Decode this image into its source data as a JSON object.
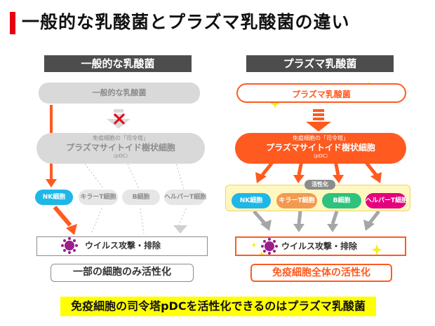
{
  "title": "一般的な乳酸菌とプラズマ乳酸菌の違い",
  "left": {
    "header": "一般的な乳酸菌",
    "top_pill": "一般的な乳酸菌",
    "pdc_sub": "免疫細胞の「司令塔」",
    "pdc_main": "プラズマサイトイド樹状細胞",
    "pdc_abbr": "（pDC）",
    "cells": [
      "NK細胞",
      "キラーT細胞",
      "B細胞",
      "ヘルパーT細胞"
    ],
    "virus_label": "ウイルス攻撃・排除",
    "result": "一部の細胞のみ活性化"
  },
  "right": {
    "header": "プラズマ乳酸菌",
    "top_pill": "プラズマ乳酸菌",
    "pdc_sub": "免疫細胞の「司令塔」",
    "pdc_main": "プラズマサイトイド樹状細胞",
    "pdc_abbr": "（pDC）",
    "activation": "活性化",
    "cells": [
      "NK細胞",
      "キラーT細胞",
      "B細胞",
      "ヘルパーT細胞"
    ],
    "virus_label": "ウイルス攻撃・排除",
    "result": "免疫細胞全体の活性化"
  },
  "footer_note": "免疫細胞の司令塔pDCを活性化できるのはプラズマ乳酸菌",
  "colors": {
    "accent_red": "#e60012",
    "orange": "#ff5a1f",
    "gray": "#d9d9d9",
    "nk_blue": "#1fb7e6",
    "killer_orange": "#f39a50",
    "b_green": "#2ec27e",
    "helper_magenta": "#e4007f",
    "highlight_yellow": "#ffff00"
  }
}
